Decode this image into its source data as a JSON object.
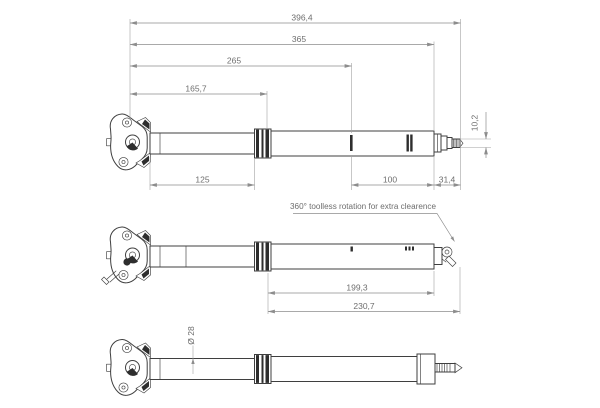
{
  "colors": {
    "background": "#ffffff",
    "object_lines": "#3f3f3f",
    "dimension_lines": "#8d8d8d",
    "text": "#6e6e6e"
  },
  "views": {
    "extended": {
      "dims": {
        "total_length": "396,4",
        "to_tube_end": "365",
        "to_min_insert_mark": "265",
        "to_collar": "165,7",
        "exposed_post": "125",
        "mark_to_tube_end": "100",
        "actuator_length": "31,4",
        "actuator_diameter": "10,2"
      }
    },
    "rotated": {
      "annotation": "360° toolless rotation for extra clearence",
      "dims": {
        "to_actuator_pivot": "199,3",
        "to_actuator_end": "230,7"
      }
    },
    "profile": {
      "dims": {
        "post_diameter": "Ø 28"
      }
    }
  }
}
